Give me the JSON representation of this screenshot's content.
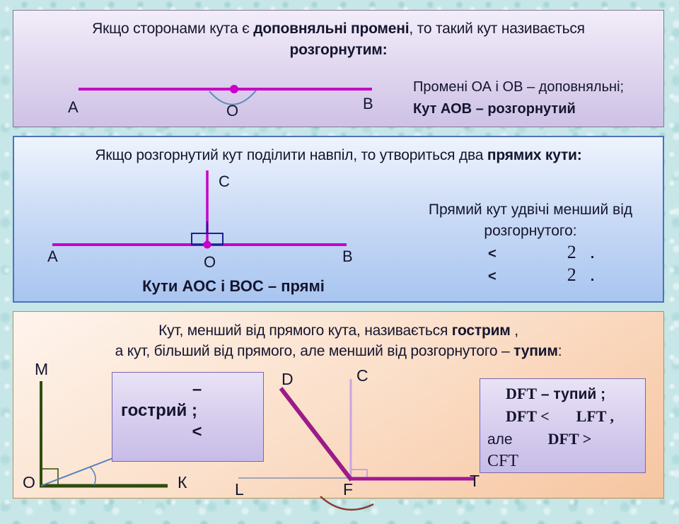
{
  "panel1": {
    "title": {
      "pre": "Якщо сторонами  кута є ",
      "bold": "доповняльні промені",
      "post": ", то такий кут називається",
      "line2_bold": "розгорнутим:"
    },
    "diagram": {
      "label_a": "А",
      "label_o": "О",
      "label_b": "В"
    },
    "note_line1": "Промені ОА і ОВ – доповняльні;",
    "note_line2": "Кут АОВ – розгорнутий",
    "colors": {
      "ray": "#C800C8",
      "arc": "#5B8DB8"
    }
  },
  "panel2": {
    "title": {
      "pre": "Якщо розгорнутий кут поділити навпіл, то утвориться два ",
      "bold": "прямих кути:"
    },
    "diagram": {
      "label_a": "А",
      "label_o": "О",
      "label_b": "В",
      "label_c": "С"
    },
    "note_line1": "Прямий кут удвічі менший від",
    "note_line2": "розгорнутого:",
    "eq1": {
      "lt": "<",
      "coef": "2",
      "dot": "."
    },
    "eq2": {
      "lt": "<",
      "coef": "2",
      "dot": "."
    },
    "caption": "Кути АОС  і ВОС – прямі",
    "colors": {
      "ray": "#C800C8",
      "square": "#1F1F8F"
    }
  },
  "panel3": {
    "title1": {
      "pre": "Кут, менший від прямого кута, називається ",
      "bold": "гострим",
      "post": " ,"
    },
    "title2": {
      "pre": "а кут,  більший від прямого, але менший від розгорнутого – ",
      "bold": "тупим",
      "post": ":"
    },
    "acute": {
      "label_m": "М",
      "label_o": "О",
      "label_k": "К",
      "box_line1": "–",
      "box_line2": "гострий ;",
      "box_line3": "<"
    },
    "obtuse": {
      "label_d": "D",
      "label_c": "C",
      "label_l": "L",
      "label_f": "F",
      "label_t": "T",
      "box": {
        "l1_dft": "DFT",
        "l1_rest": " – тупий ;",
        "l2_dft": "DFT <",
        "l2_lft": "LFT ,",
        "l3_ale": "але",
        "l3_dft": "DFT >",
        "l4_cft": "CFT"
      }
    },
    "colors": {
      "green": "#2F4D0D",
      "blue": "#4F81BD",
      "magenta": "#9B1B87",
      "lavender": "#C9A4E4",
      "gray": "#8693B3",
      "red_arc": "#8B3A32"
    }
  }
}
